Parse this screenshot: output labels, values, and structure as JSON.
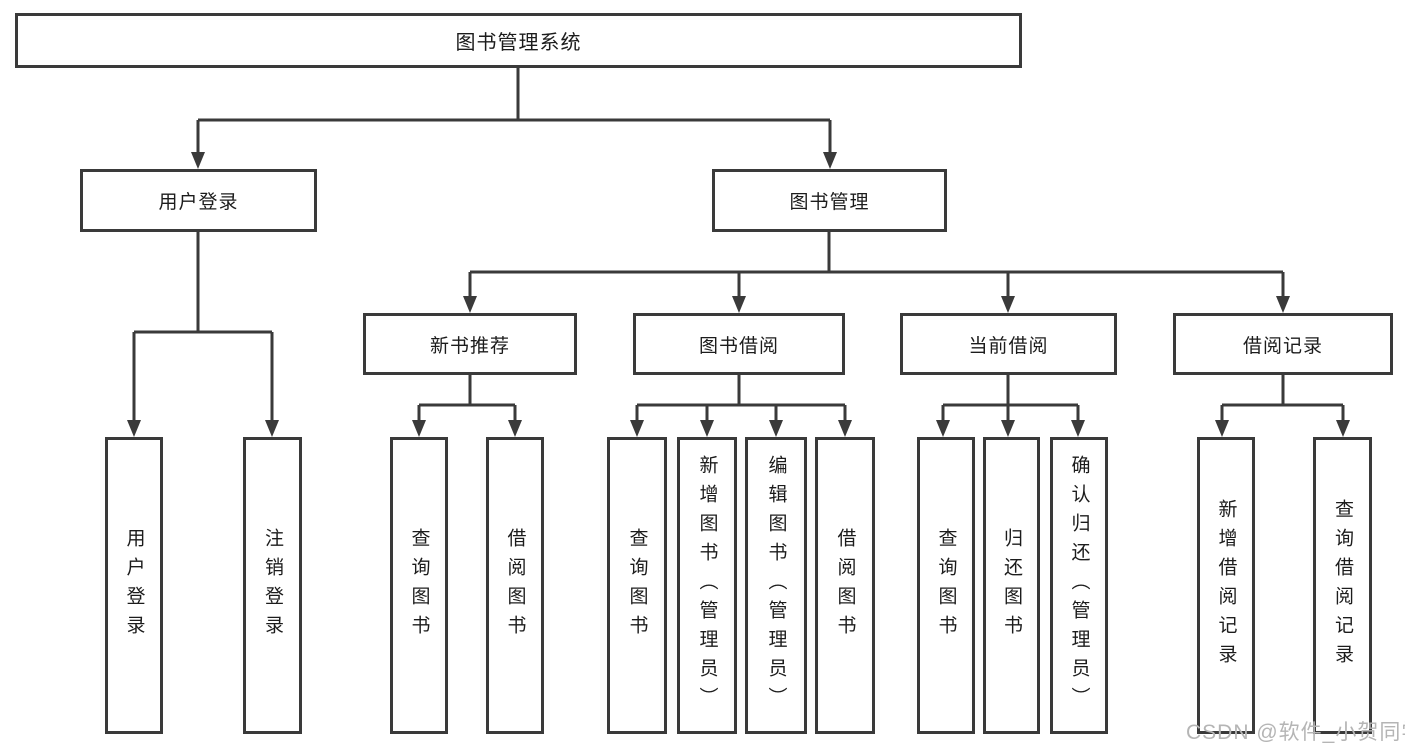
{
  "tree": {
    "root": {
      "label": "图书管理系统"
    },
    "user_login": {
      "label": "用户登录",
      "children": [
        {
          "label": "用户登录"
        },
        {
          "label": "注销登录"
        }
      ]
    },
    "book_management": {
      "label": "图书管理",
      "sections": [
        {
          "label": "新书推荐",
          "children": [
            {
              "label": "查询图书"
            },
            {
              "label": "借阅图书"
            }
          ]
        },
        {
          "label": "图书借阅",
          "children": [
            {
              "label": "查询图书"
            },
            {
              "label": "新增图书（管理员）"
            },
            {
              "label": "编辑图书（管理员）"
            },
            {
              "label": "借阅图书"
            }
          ]
        },
        {
          "label": "当前借阅",
          "children": [
            {
              "label": "查询图书"
            },
            {
              "label": "归还图书"
            },
            {
              "label": "确认归还（管理员）"
            }
          ]
        },
        {
          "label": "借阅记录",
          "children": [
            {
              "label": "新增借阅记录"
            },
            {
              "label": "查询借阅记录"
            }
          ]
        }
      ]
    }
  },
  "watermark": "CSDN @软件_小贺同学",
  "colors": {
    "line": "#3a3a3a",
    "text": "#1c1c1c",
    "watermark": "#b5b5b5",
    "background": "#ffffff"
  }
}
